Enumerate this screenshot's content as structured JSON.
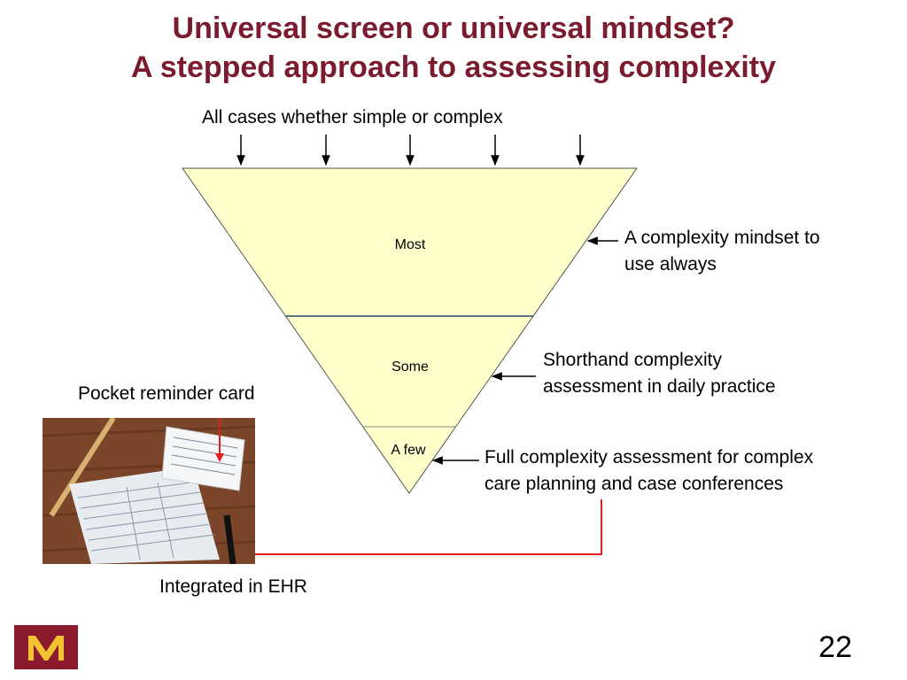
{
  "title": {
    "line1": "Universal screen or universal mindset?",
    "line2": "A stepped approach to assessing complexity"
  },
  "top_label": "All cases whether simple or complex",
  "tiers": [
    {
      "label": "Most"
    },
    {
      "label": "Some"
    },
    {
      "label": "A few"
    }
  ],
  "annotations": {
    "mindset": {
      "line1": "A complexity mindset to",
      "line2": "use always"
    },
    "shorthand": {
      "line1": "Shorthand complexity",
      "line2": "assessment in daily practice"
    },
    "full": {
      "line1": "Full complexity assessment for complex",
      "line2": "care planning and case conferences"
    }
  },
  "pocket_card_label": "Pocket reminder card",
  "ehr_label": "Integrated in EHR",
  "slide_number": "22",
  "icons": {
    "photo": "pocket-card-photo-icon",
    "logo": "university-m-logo-icon"
  },
  "colors": {
    "title": "#7a1b2e",
    "funnel_fill": "#ffffcc",
    "red_arrow": "#e02020",
    "logo_bg": "#8a1a2c",
    "logo_fg": "#f2c230"
  }
}
